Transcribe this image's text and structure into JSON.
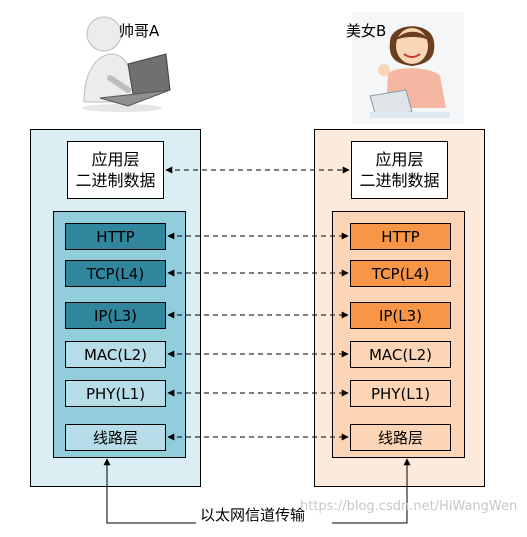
{
  "person_a": {
    "label": "帅哥A"
  },
  "person_b": {
    "label": "美女B"
  },
  "app_box": {
    "line1": "应用层",
    "line2": "二进制数据"
  },
  "layers": [
    {
      "key": "http",
      "label": "HTTP"
    },
    {
      "key": "tcp",
      "label": "TCP(L4)"
    },
    {
      "key": "ip",
      "label": "IP(L3)"
    },
    {
      "key": "mac",
      "label": "MAC(L2)"
    },
    {
      "key": "phy",
      "label": "PHY(L1)"
    },
    {
      "key": "line",
      "label": "线路层"
    }
  ],
  "bottom_label": "以太网信道传输",
  "watermark": "https://blog.csdn.net/HiWangWen",
  "colors": {
    "left_panel": "#daeef3",
    "left_inner": "#92cddc",
    "left_active": "#31859c",
    "left_passive": "#b7dee8",
    "right_panel": "#fdeada",
    "right_inner": "#fbd5b5",
    "right_active": "#f79646",
    "right_passive": "#fbd5b5"
  }
}
